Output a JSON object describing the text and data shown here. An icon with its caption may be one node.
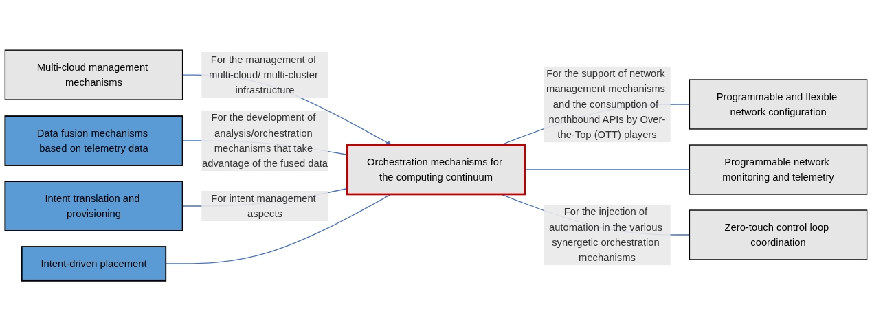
{
  "diagram": {
    "nodes": [
      {
        "text": [
          "Multi-cloud management mechanisms"
        ]
      },
      {
        "text": [
          "Programmable and flexible network configuration"
        ]
      },
      {
        "text": [
          "Orchestration mechanisms for the computing continuum"
        ]
      },
      {
        "text": [
          "Data fusion mechanisms based on telemetry data"
        ]
      },
      {
        "text": [
          "Intent translation and provisioning"
        ]
      },
      {
        "text": [
          "Intent-driven placement"
        ]
      },
      {
        "text": [
          "Programmable network monitoring and telemetry"
        ]
      },
      {
        "text": [
          "Zero-touch control loop coordination"
        ]
      }
    ],
    "edges": [
      {
        "from": 0,
        "to": 2,
        "arrow": "to",
        "label": "For the management of multi-cloud/ multi-cluster infrastructure"
      },
      {
        "from": 3,
        "to": 2,
        "arrow": "none",
        "label": "For the development of analysis/orchestration mechanisms that take advantage of the fused data"
      },
      {
        "from": 2,
        "to": 1,
        "arrow": "none",
        "label": "For the support of network management mechanisms and the consumption of northbound APIs by Over-the-Top (OTT) players"
      },
      {
        "from": 2,
        "to": 6,
        "arrow": "none"
      },
      {
        "from": 4,
        "to": 2,
        "arrow": "none",
        "label": "For intent management aspects"
      },
      {
        "from": 5,
        "to": 2,
        "arrow": "none"
      },
      {
        "from": 2,
        "to": 7,
        "arrow": "none",
        "label": "For the injection of automation in the various synergetic orchestration mechanisms"
      }
    ]
  }
}
